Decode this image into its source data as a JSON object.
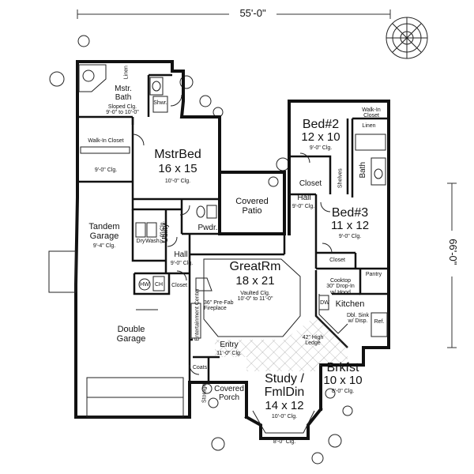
{
  "overall": {
    "width_dim": "55'-0\"",
    "depth_dim": "66'-0\""
  },
  "rooms": {
    "mstr_bath": {
      "name": "Mstr.\nBath",
      "note": "Sloped Clg.\n9'-0\" to 10'-0\""
    },
    "linen1": "Linen",
    "shwr": "Shwr.",
    "walkin_closet_left": "Walk-In Closet",
    "left_ceiling": "9'-0\" Clg.",
    "mstr_bed": {
      "name": "MstrBed",
      "size": "16 x 15",
      "clg": "10'-0\" Clg."
    },
    "covered_patio": "Covered\nPatio",
    "bed2": {
      "name": "Bed#2",
      "size": "12 x 10",
      "clg": "9'-0\" Clg."
    },
    "walkin_closet_right": "Walk-In\nCloset",
    "linen2": "Linen",
    "bath": "Bath",
    "closet_bed2": "Closet",
    "shelves": "Shelves",
    "hall_upper": {
      "name": "Hall",
      "clg": "9'-0\" Clg."
    },
    "bed3": {
      "name": "Bed#3",
      "size": "11 x 12",
      "clg": "9'-0\" Clg."
    },
    "closet_bed3": "Closet",
    "tandem_garage": {
      "name": "Tandem\nGarage",
      "clg": "9'-4\" Clg."
    },
    "utility": {
      "name": "Utility",
      "clg": "9'-0\" Clg."
    },
    "dryer": "Dry",
    "washer": "Wash",
    "pwdr": "Pwdr.",
    "hall_lower": {
      "name": "Hall",
      "clg": "9'-0\" Clg."
    },
    "closet_hall": "Closet",
    "hw": "HW",
    "ch": "CH",
    "great_rm": {
      "name": "GreatRm",
      "size": "18 x 21",
      "clg": "Vaulted Clg.\n10'-0\" to 11'-0\""
    },
    "fireplace": "36\" Pre-Fab\nFireplace",
    "entertainment": "Entertainment\nCenter",
    "pantry": "Pantry",
    "cooktop": "Cooktop\n30\" Drop-In\nw/ Hood",
    "dw": "DW",
    "kitchen": "Kitchen",
    "sink": "Dbl. Sink\nw/ Disp.",
    "ledge": "42\" High\nLedge",
    "ref": "Ref.",
    "double_garage": "Double\nGarage",
    "entry": {
      "name": "Entry",
      "clg": "11'-0\" Clg."
    },
    "coats": "Coats",
    "storage": "Storage",
    "covered_porch": "Covered\nPorch",
    "study": {
      "name": "Study /\nFmlDin",
      "size": "14 x 12",
      "clg": "10'-0\" Clg."
    },
    "bay_clg": "8'-0\" Clg.",
    "brkfst": {
      "name": "Brkfst",
      "size": "10 x 10",
      "clg": "8'-0\" Clg."
    }
  }
}
